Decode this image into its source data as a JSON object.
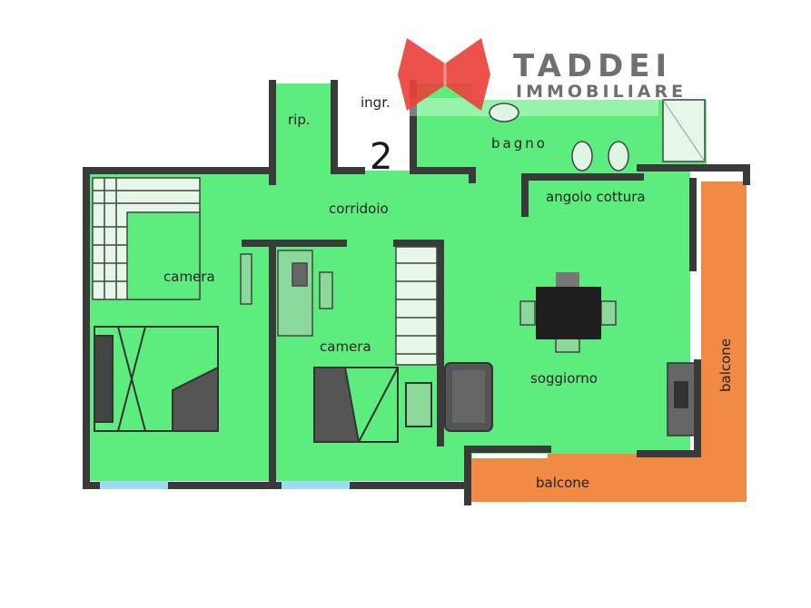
{
  "brand": {
    "name": "TADDEI",
    "tagline": "IMMOBILIARE",
    "accent_color": "#e8433c"
  },
  "unit_number": "2",
  "rooms": {
    "ripostiglio": "rip.",
    "ingresso": "ingr.",
    "bagno": "bagno",
    "angolo_cottura": "angolo cottura",
    "corridoio": "corridoio",
    "camera_1": "camera",
    "camera_2": "camera",
    "soggiorno": "soggiorno",
    "balcone_side": "balcone",
    "balcone_bottom": "balcone"
  },
  "colors": {
    "interior": "#5ded7f",
    "balcony": "#f08a45",
    "walls": "#3a3a3a",
    "windows": "#9fdcf0"
  }
}
